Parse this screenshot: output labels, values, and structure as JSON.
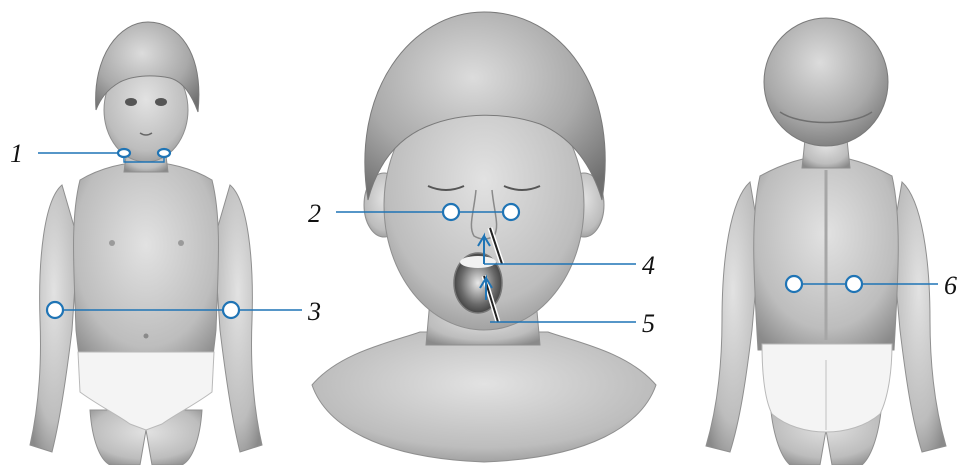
{
  "figure": {
    "labels": [
      "1",
      "2",
      "3",
      "4",
      "5",
      "6"
    ],
    "views": [
      "front-view",
      "face-closeup",
      "back-view"
    ]
  },
  "colors": {
    "accent": "#1f74b5",
    "skin": "#c9c9c9",
    "hair": "#b3b3b3",
    "text": "#111111"
  }
}
